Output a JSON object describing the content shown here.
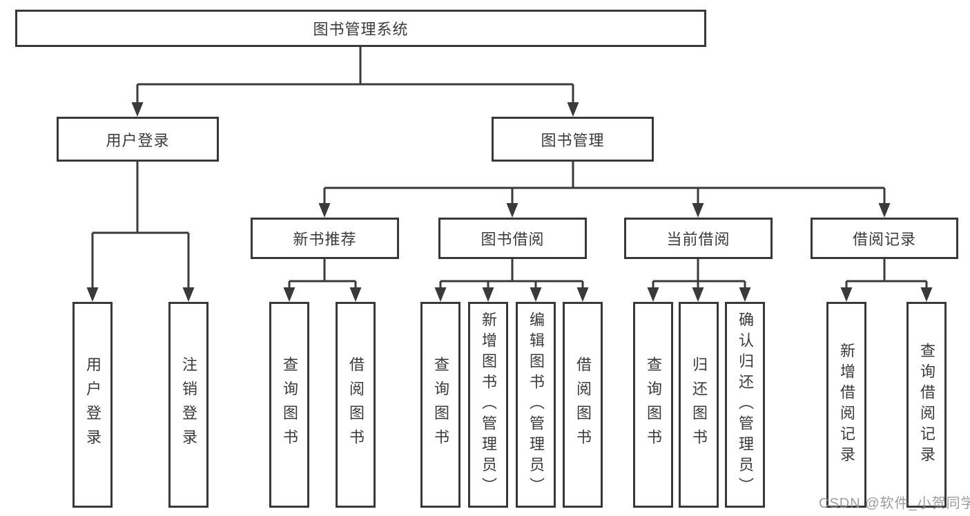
{
  "colors": {
    "line": "#3a3a3a",
    "text": "#3a3a3a",
    "background": "#ffffff",
    "watermark": "#919191"
  },
  "watermark": "CSDN @软件_小贺同学",
  "root": {
    "label": "图书管理系统"
  },
  "level2": [
    {
      "label": "用户登录"
    },
    {
      "label": "图书管理"
    }
  ],
  "level3": [
    {
      "label": "新书推荐"
    },
    {
      "label": "图书借阅"
    },
    {
      "label": "当前借阅"
    },
    {
      "label": "借阅记录"
    }
  ],
  "leaves": [
    {
      "label": "用户登录"
    },
    {
      "label": "注销登录"
    },
    {
      "label": "查询图书"
    },
    {
      "label": "借阅图书"
    },
    {
      "label": "查询图书"
    },
    {
      "label": "新增图书（管理员）"
    },
    {
      "label": "编辑图书（管理员）"
    },
    {
      "label": "借阅图书"
    },
    {
      "label": "查询图书"
    },
    {
      "label": "归还图书"
    },
    {
      "label": "确认归还（管理员）"
    },
    {
      "label": "新增借阅记录"
    },
    {
      "label": "查询借阅记录"
    }
  ]
}
